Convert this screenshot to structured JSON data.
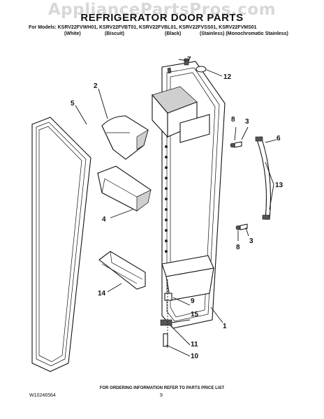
{
  "watermark": "AppliancePartsPros.com",
  "title": "REFRIGERATOR DOOR PARTS",
  "models_line": "For Models: KSRV22FVWH01, KSRV22FVBT01, KSRV22FVBL01, KSRV22FVSS01, KSRV22FVMS01",
  "colors": [
    "(White)",
    "(Biscuit)",
    "(Black)",
    "(Stainless) (Monochromatic Stainless)"
  ],
  "callouts": [
    "7",
    "12",
    "2",
    "5",
    "8",
    "3",
    "6",
    "13",
    "4",
    "3",
    "8",
    "14",
    "9",
    "15",
    "1",
    "11",
    "10"
  ],
  "footer_note": "FOR ORDERING INFORMATION REFER TO PARTS PRICE LIST",
  "doc_number": "W10246564",
  "page_number": "9"
}
